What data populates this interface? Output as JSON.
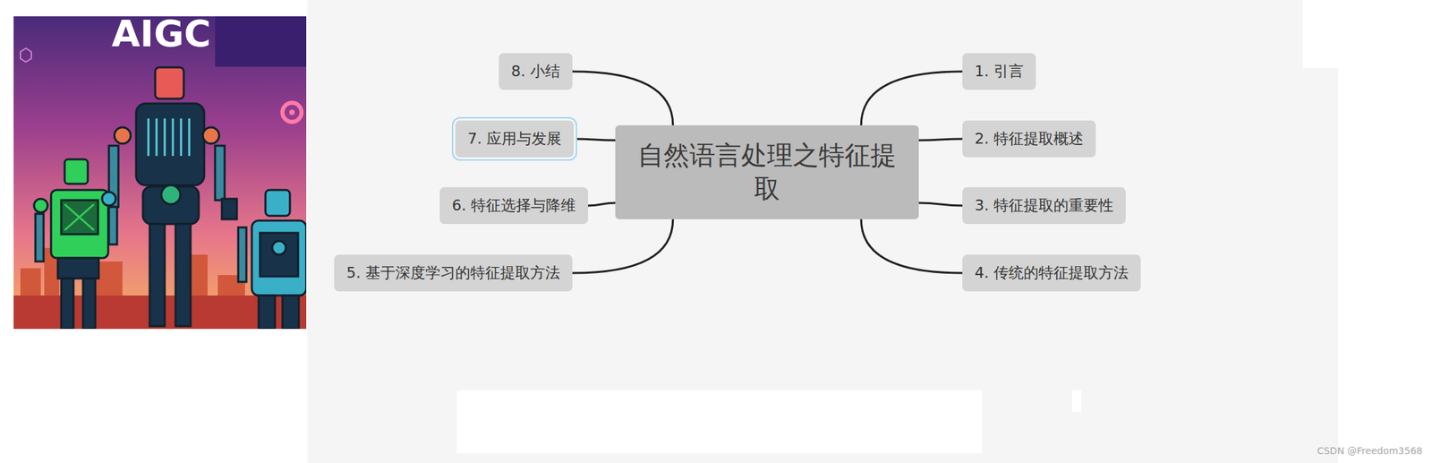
{
  "diagram": {
    "nodes": [
      {
        "text": [
          "自然语言处理之特征提取"
        ]
      },
      {
        "text": [
          "1. 引言"
        ]
      },
      {
        "text": [
          "2. 特征提取概述"
        ]
      },
      {
        "text": [
          "3. 特征提取的重要性"
        ]
      },
      {
        "text": [
          "4. 传统的特征提取方法"
        ]
      },
      {
        "text": [
          "5. 基于深度学习的特征提取方法"
        ]
      },
      {
        "text": [
          "6. 特征选择与降维"
        ]
      },
      {
        "text": [
          "7. 应用与发展"
        ]
      },
      {
        "text": [
          "8. 小结"
        ]
      }
    ],
    "edges": [
      {
        "from": 0,
        "to": 1,
        "arrow": "none"
      },
      {
        "from": 0,
        "to": 2,
        "arrow": "none"
      },
      {
        "from": 0,
        "to": 3,
        "arrow": "none"
      },
      {
        "from": 0,
        "to": 4,
        "arrow": "none"
      },
      {
        "from": 0,
        "to": 5,
        "arrow": "none"
      },
      {
        "from": 0,
        "to": 6,
        "arrow": "none"
      },
      {
        "from": 0,
        "to": 7,
        "arrow": "none"
      },
      {
        "from": 0,
        "to": 8,
        "arrow": "none"
      }
    ],
    "labels": [
      "AIGC",
      "CSDN @Freedom3568"
    ]
  }
}
